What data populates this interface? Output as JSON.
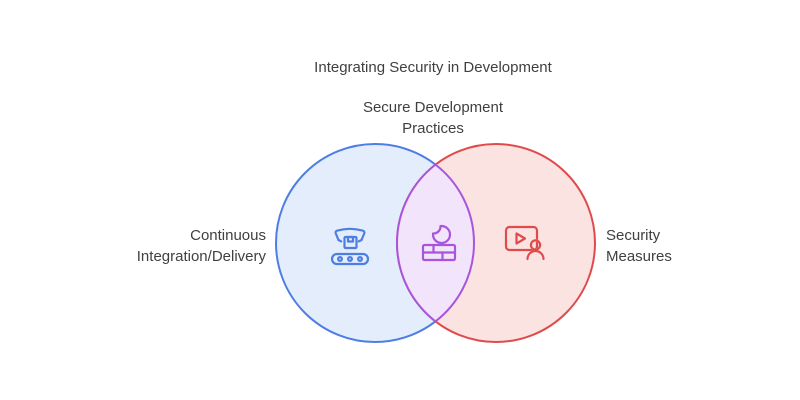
{
  "title": "Integrating Security in Development",
  "venn": {
    "intersection": {
      "label": "Secure Development Practices",
      "icon": "firewall-icon"
    },
    "left": {
      "label": "Continuous Integration/Delivery",
      "icon": "automation-conveyor-icon"
    },
    "right": {
      "label": "Security Measures",
      "icon": "video-training-icon"
    }
  },
  "colors": {
    "background": "#FFFFFF",
    "text": "#404040",
    "blue_stroke": "#4D7EE3",
    "blue_fill": "#E4EDFB",
    "red_stroke": "#E14A4B",
    "red_fill": "#FBE3E2",
    "purple_stroke": "#A855DC",
    "purple_fill": "#F2E4FA"
  }
}
